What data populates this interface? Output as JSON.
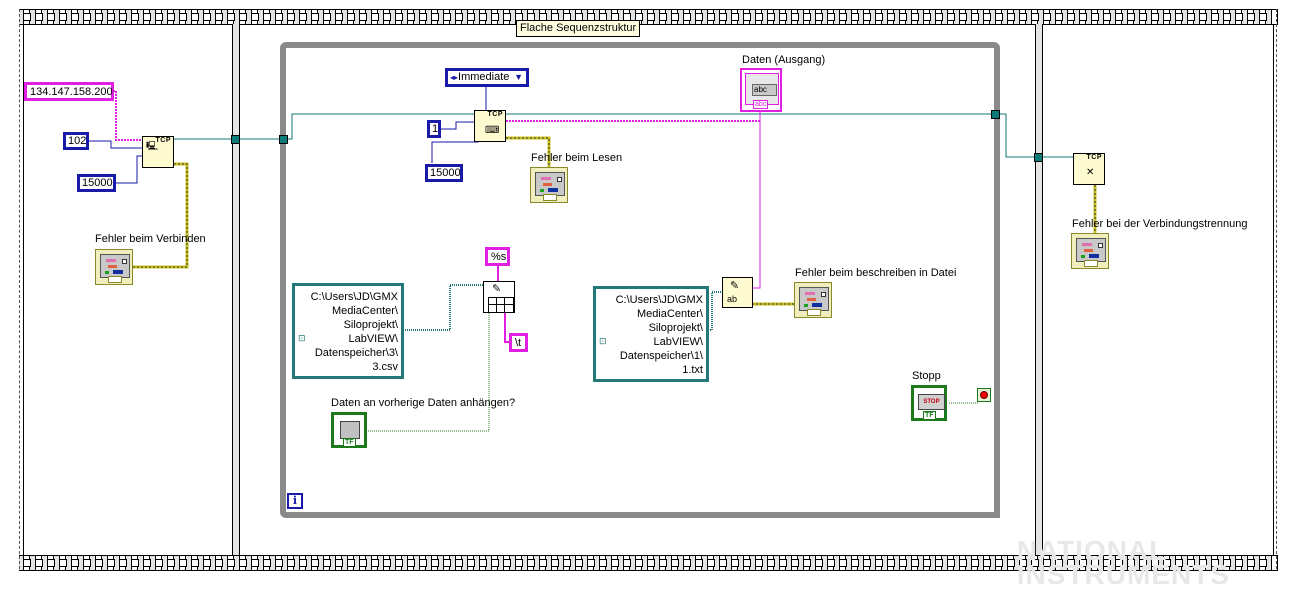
{
  "diagram": {
    "structure_label": "Flache Sequenzstruktur",
    "frame1": {
      "ip_constant": "134.147.158.200",
      "port_constant": "102",
      "timeout_constant": "15000",
      "open_vi_icon_text": "TCP",
      "error_label": "Fehler beim Verbinden"
    },
    "frame2": {
      "mode_enum": "Immediate",
      "bytes_constant": "1",
      "timeout_constant": "15000",
      "read_vi_icon_text": "TCP",
      "read_error_label": "Fehler beim Lesen",
      "data_indicator_label": "Daten (Ausgang)",
      "data_indicator_text": "abc",
      "data_indicator_footer": "abc",
      "csv_path": [
        "C:\\Users\\JD\\GMX",
        "MediaCenter\\",
        "Siloprojekt\\",
        "LabVIEW\\",
        "Datenspeicher\\3\\",
        "3.csv"
      ],
      "format_constant": "%s",
      "delimiter_constant": "\\t",
      "append_label": "Daten an vorherige Daten anhängen?",
      "append_footer": "TF",
      "txt_path": [
        "C:\\Users\\JD\\GMX",
        "MediaCenter\\",
        "Siloprojekt\\",
        "LabVIEW\\",
        "Datenspeicher\\1\\",
        "1.txt"
      ],
      "write_file_icon_text": "ab",
      "write_error_label": "Fehler beim beschreiben in Datei",
      "stop_label": "Stopp",
      "stop_button_text": "STOP",
      "stop_footer": "TF",
      "iteration_icon_text": "i"
    },
    "frame3": {
      "close_vi_icon_text": "TCP",
      "error_label": "Fehler bei der Verbindungstrennung"
    },
    "watermark": [
      "NATIONAL",
      "INSTRUMENTS"
    ]
  },
  "colors": {
    "string_wire": "#e020e0",
    "numeric_wire": "#1a1aa8",
    "refnum_wire": "#0d7a78",
    "error_wire": "#c8c020",
    "boolean_wire": "#1c7a1c",
    "path_wire": "#237878"
  }
}
